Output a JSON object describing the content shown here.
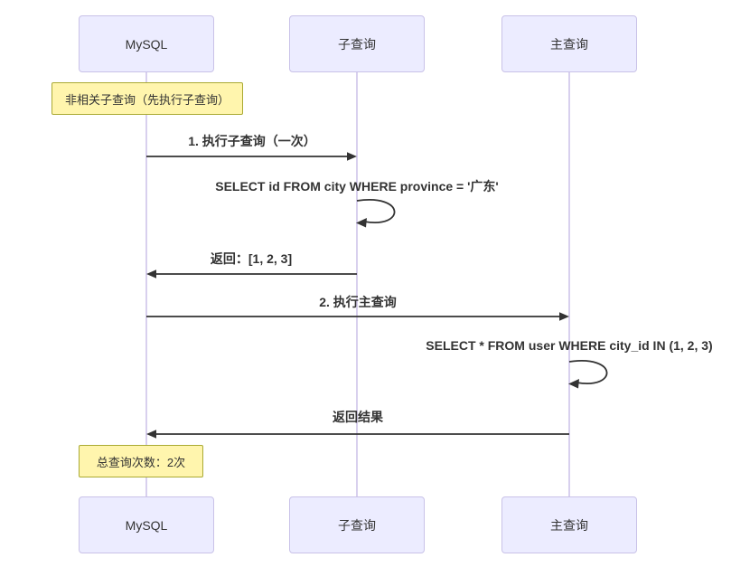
{
  "diagram": {
    "type": "sequence-diagram",
    "participants": [
      {
        "label": "MySQL"
      },
      {
        "label": "子查询"
      },
      {
        "label": "主查询"
      }
    ],
    "notes": [
      {
        "text": "非相关子查询（先执行子查询）",
        "over": "MySQL"
      },
      {
        "text": "总查询次数：2次",
        "over": "MySQL"
      }
    ],
    "messages": [
      {
        "label": "1. 执行子查询（一次）",
        "from": "MySQL",
        "to": "子查询",
        "kind": "solid-arrow"
      },
      {
        "label": "SELECT id FROM city WHERE province = '广东'",
        "from": "子查询",
        "to": "子查询",
        "kind": "self-loop"
      },
      {
        "label": "返回：[1, 2, 3]",
        "from": "子查询",
        "to": "MySQL",
        "kind": "solid-arrow"
      },
      {
        "label": "2. 执行主查询",
        "from": "MySQL",
        "to": "主查询",
        "kind": "solid-arrow"
      },
      {
        "label": "SELECT * FROM user WHERE city_id IN (1, 2, 3)",
        "from": "主查询",
        "to": "主查询",
        "kind": "self-loop"
      },
      {
        "label": "返回结果",
        "from": "主查询",
        "to": "MySQL",
        "kind": "solid-arrow"
      }
    ],
    "colors": {
      "actor_fill": "#ECECFF",
      "actor_border": "#C9C2E8",
      "note_fill": "#FFF5AD",
      "note_border": "#AAAA33",
      "lifeline": "#D8D0EE",
      "message_line": "#333333",
      "text": "#333333"
    }
  }
}
